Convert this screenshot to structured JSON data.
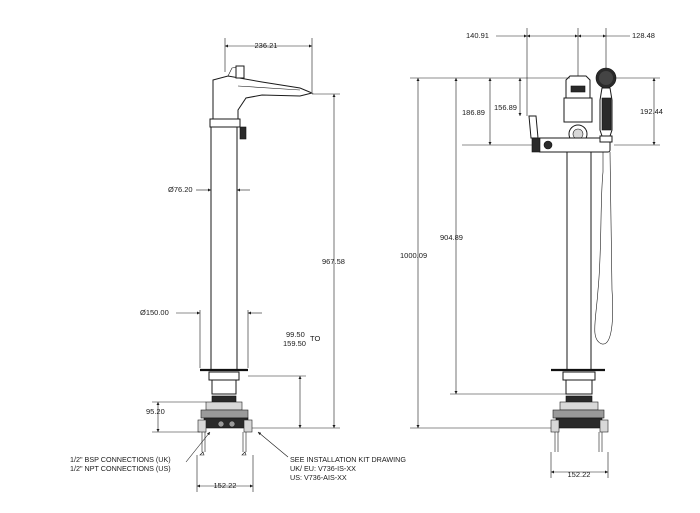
{
  "left_view": {
    "dims": {
      "spout_reach": "236.21",
      "column_diameter": "Ø76.20",
      "overall_height": "967.58",
      "shroud_diameter": "Ø150.00",
      "adjust_min": "99.50",
      "adjust_max": "159.50",
      "adjust_to": "TO",
      "base_height": "95.20",
      "base_width": "152.22"
    },
    "notes": {
      "connections_uk": "1/2\" BSP CONNECTIONS (UK)",
      "connections_us": "1/2\" NPT CONNECTIONS (US)",
      "see_kit": "SEE INSTALLATION KIT DRAWING",
      "kit_uk_eu": "UK/ EU: V736-IS-XX",
      "kit_us": "US:  V736-AIS-XX"
    }
  },
  "right_view": {
    "dims": {
      "handle_offset": "140.91",
      "handshower_width": "128.48",
      "valve_height": "186.89",
      "lever_height": "156.89",
      "handshower_height": "192.44",
      "column_height": "904.89",
      "overall_height": "1000.09",
      "base_width": "152.22"
    }
  }
}
